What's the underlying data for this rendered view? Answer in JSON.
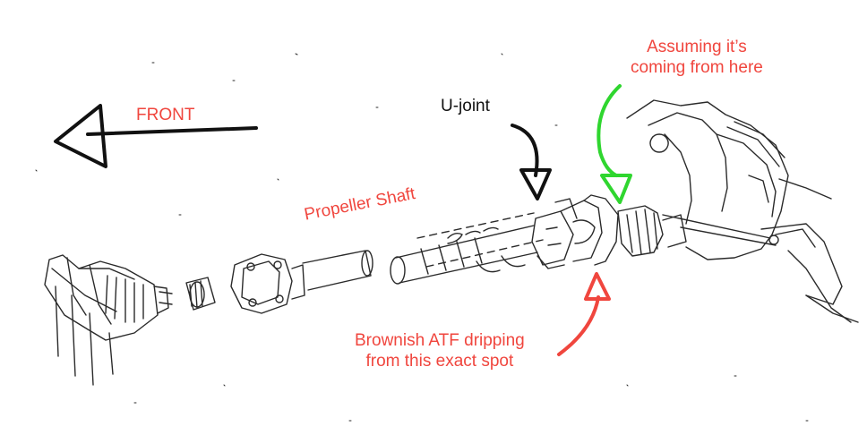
{
  "labels": {
    "front": "FRONT",
    "ujoint": "U-joint",
    "propeller_shaft": "Propeller Shaft",
    "assuming_line1": "Assuming it’s",
    "assuming_line2": "coming from here",
    "dripping_line1": "Brownish ATF dripping",
    "dripping_line2": "from this exact spot"
  },
  "colors": {
    "red_annotation": "#f0463e",
    "green_arrow": "#2fd62f",
    "black_arrow": "#111111",
    "sketch": "#2a2a2a"
  }
}
